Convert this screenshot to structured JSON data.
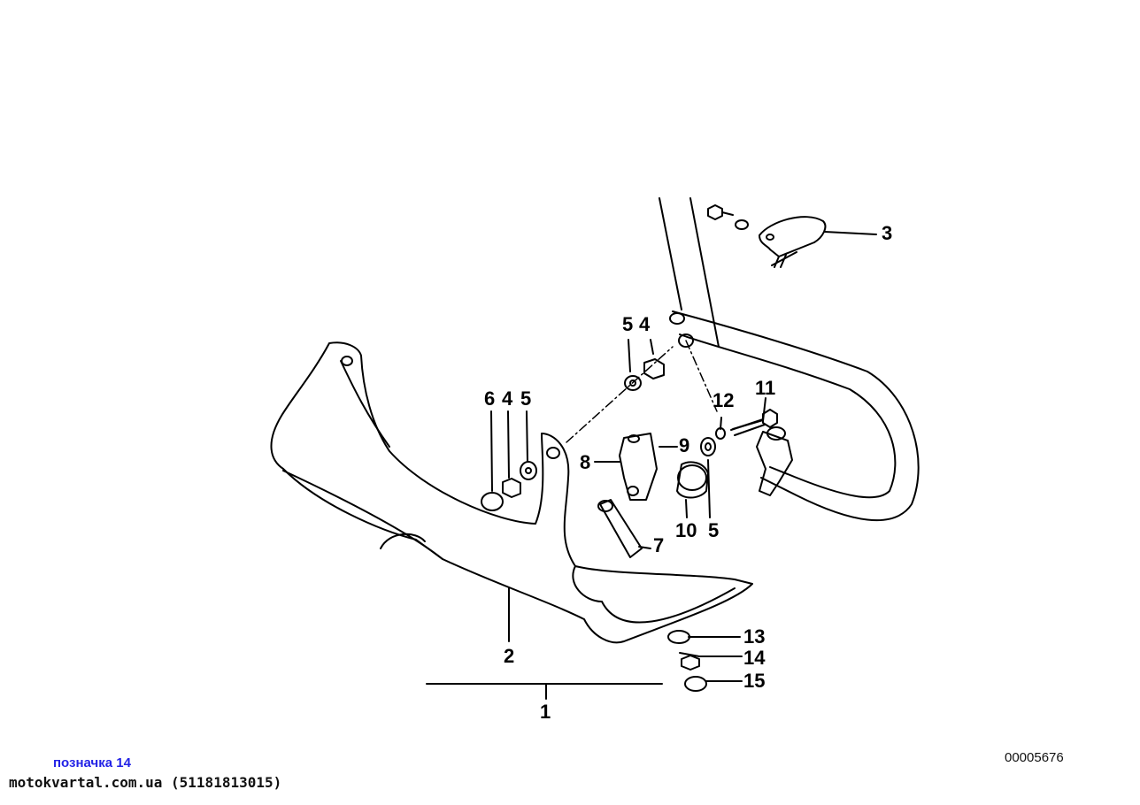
{
  "diagram": {
    "callouts": [
      "1",
      "2",
      "3",
      "4",
      "4",
      "5",
      "5",
      "5",
      "6",
      "7",
      "8",
      "9",
      "10",
      "11",
      "12",
      "13",
      "14",
      "15"
    ],
    "drawing_number": "00005676"
  },
  "footer": {
    "label": "позначка 14",
    "site": "motokvartal.com.ua (51181813015)"
  }
}
